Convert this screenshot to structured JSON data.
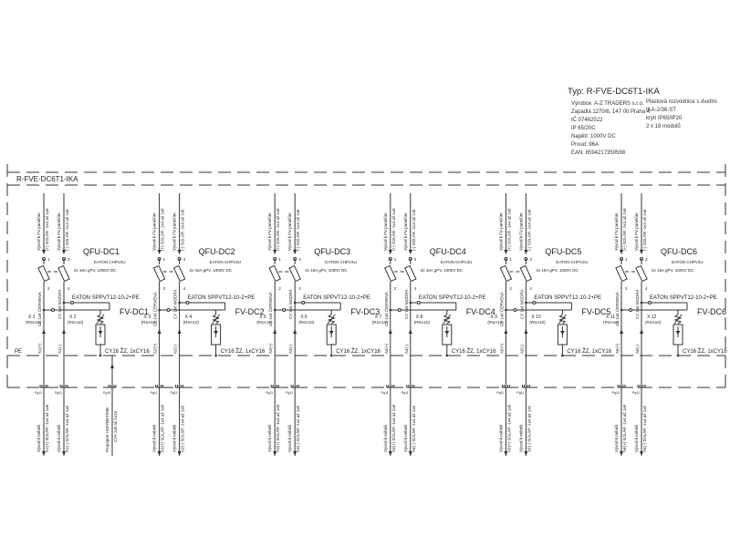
{
  "title_block": {
    "type": "Typ: R-FVE-DC6T1-IKA",
    "left_lines": [
      "Výrobce: A-Z TRADERS s.r.o.",
      "Zapadlá 1270/6, 147 00 Praha 4",
      "IČ 07462522",
      "IP 65/20C",
      "Napětí: 1000V DC",
      "Proud: 96A",
      "EAN: 8594217350598"
    ],
    "right_lines": [
      "Plastová rozvodnice s dvefmi",
      "IKA-2/36-ST",
      "krytí IP65/IP20",
      "2 x 18 modulů"
    ]
  },
  "enclosure_label": "R-FVE-DC6T1-IKA",
  "pe_label": "PE",
  "common": {
    "fuse_type": "EATON CHPV2U",
    "fuse_rating": "2x 16A gPV, 1000V DC",
    "spd_type": "EATON SPPVT12-10-2+PE",
    "pe_cable": "CY16 ŽZ, 1xCY16",
    "wire_plus": "CY 1x6 ČERVENÁ",
    "wire_minus": "CY 1x6 MODRÁ",
    "top_desc": "Vývod k FV panelům",
    "bottom_desc": "Vývod k měniči",
    "terminal_type": "(RSA10)",
    "pg_label": "Pg11",
    "pe_bottom_desc": "Propojení HOP/MET/MB",
    "pe_bottom_cable": "CYA 1x6 až 1x16",
    "pe_bottom_pg": "Pg16",
    "term_numbers": [
      "1",
      "2",
      "3",
      "4"
    ]
  },
  "channels": [
    {
      "qfu": "QFU-DC1",
      "fv": "FV-DC1",
      "x_plus": "X 1",
      "x_minus": "X 2",
      "a_plus": "A1(+)",
      "a_minus": "A1(-)",
      "top_plus": "(+) SOLÁR -1x4 až 1x6",
      "top_minus": "(-) SOLÁR -1x4 až 1x6",
      "bot_plus": "A1(+) SOLÁR -1x4 až 1x6",
      "bot_minus": "A1(-) SOLÁR -1x4 až 1x6"
    },
    {
      "qfu": "QFU-DC2",
      "fv": "FV-DC2",
      "x_plus": "X 3",
      "x_minus": "X 4",
      "a_plus": "A2(+)",
      "a_minus": "A2(-)",
      "top_plus": "(+) SOLÁR -1x4 až 1x6",
      "top_minus": "(-) SOLÁR -1x4 až 1x6",
      "bot_plus": "A2(+) SOLÁR -1x4 až 1x6",
      "bot_minus": "A2(-) SOLÁR -1x4 až 1x6"
    },
    {
      "qfu": "QFU-DC3",
      "fv": "FV-DC3",
      "x_plus": "X 5",
      "x_minus": "X 6",
      "a_plus": "A3(+)",
      "a_minus": "A3(-)",
      "top_plus": "(+) SOLÁR -1x4 až 1x6",
      "top_minus": "(-) SOLÁR -1x4 až 1x6",
      "bot_plus": "A3(+) SOLÁR -1x4 až 1x6",
      "bot_minus": "A3(-) SOLÁR -1x4 až 1x6"
    },
    {
      "qfu": "QFU-DC4",
      "fv": "FV-DC4",
      "x_plus": "X 7",
      "x_minus": "X 8",
      "a_plus": "A4(+)",
      "a_minus": "A4(-)",
      "top_plus": "(+) SOLÁR -1x4 až 1x6",
      "top_minus": "(-) SOLÁR -1x4 až 1x6",
      "bot_plus": "A4(+) SOLÁR -1x4 až 1x6",
      "bot_minus": "A4(-) SOLÁR -1x4 až 1x6"
    },
    {
      "qfu": "QFU-DC5",
      "fv": "FV-DC5",
      "x_plus": "X 9",
      "x_minus": "X 10",
      "a_plus": "A5(+)",
      "a_minus": "A5(-)",
      "top_plus": "(+) SOLÁR -1x4 až 1x6",
      "top_minus": "(-) SOLÁR -1x4 až 1x6",
      "bot_plus": "A5(+) SOLÁR -1x4 až 1x6",
      "bot_minus": "A5(-) SOLÁR -1x4 až 1x6"
    },
    {
      "qfu": "QFU-DC6",
      "fv": "FV-DC6",
      "x_plus": "X 11",
      "x_minus": "X 12",
      "a_plus": "A6(+)",
      "a_minus": "A6(-)",
      "top_plus": "(+) SOLÁR -1x4 až 1x6",
      "top_minus": "(-) SOLÁR -1x4 až 1x6",
      "bot_plus": "A6(+) SOLÁR -1x4 až 1x6",
      "bot_minus": "A6(-) SOLÁR -1x4 až 1x6"
    }
  ]
}
